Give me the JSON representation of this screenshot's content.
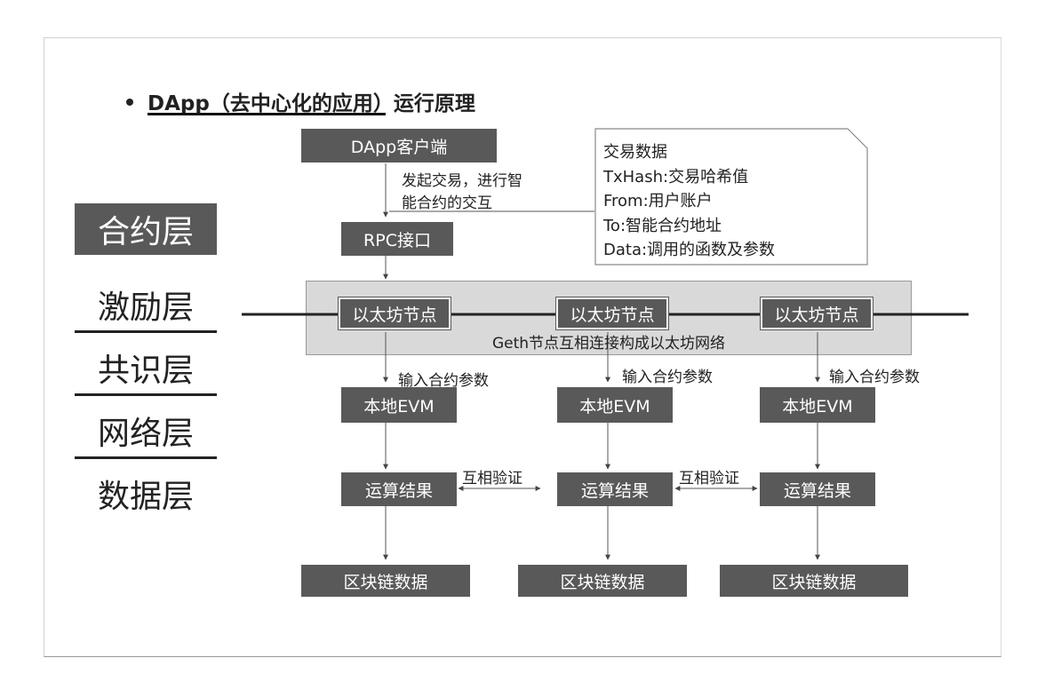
{
  "title": "DApp（去中心化的应用）运行原理",
  "layers": [
    {
      "label": "合约层",
      "active": true
    },
    {
      "label": "激励层",
      "active": false
    },
    {
      "label": "共识层",
      "active": false
    },
    {
      "label": "网络层",
      "active": false
    },
    {
      "label": "数据层",
      "active": false
    }
  ],
  "client": {
    "label": "DApp客户端"
  },
  "initiate_label": {
    "line1": "发起交易，进行智",
    "line2": "能合约的交互"
  },
  "rpc": {
    "label": "RPC接口"
  },
  "transaction_card": {
    "lines": [
      "交易数据",
      "TxHash:交易哈希值",
      "From:用户账户",
      "To:智能合约地址",
      "Data:调用的函数及参数"
    ]
  },
  "network": {
    "caption": "Geth节点互相连接构成以太坊网络"
  },
  "columns": [
    {
      "node": "以太坊节点",
      "input_label": "输入合约参数",
      "evm": "本地EVM",
      "result": "运算结果",
      "chain": "区块链数据"
    },
    {
      "node": "以太坊节点",
      "input_label": "输入合约参数",
      "evm": "本地EVM",
      "result": "运算结果",
      "chain": "区块链数据"
    },
    {
      "node": "以太坊节点",
      "input_label": "输入合约参数",
      "evm": "本地EVM",
      "result": "运算结果",
      "chain": "区块链数据"
    }
  ],
  "verify_labels": [
    "互相验证",
    "互相验证"
  ]
}
